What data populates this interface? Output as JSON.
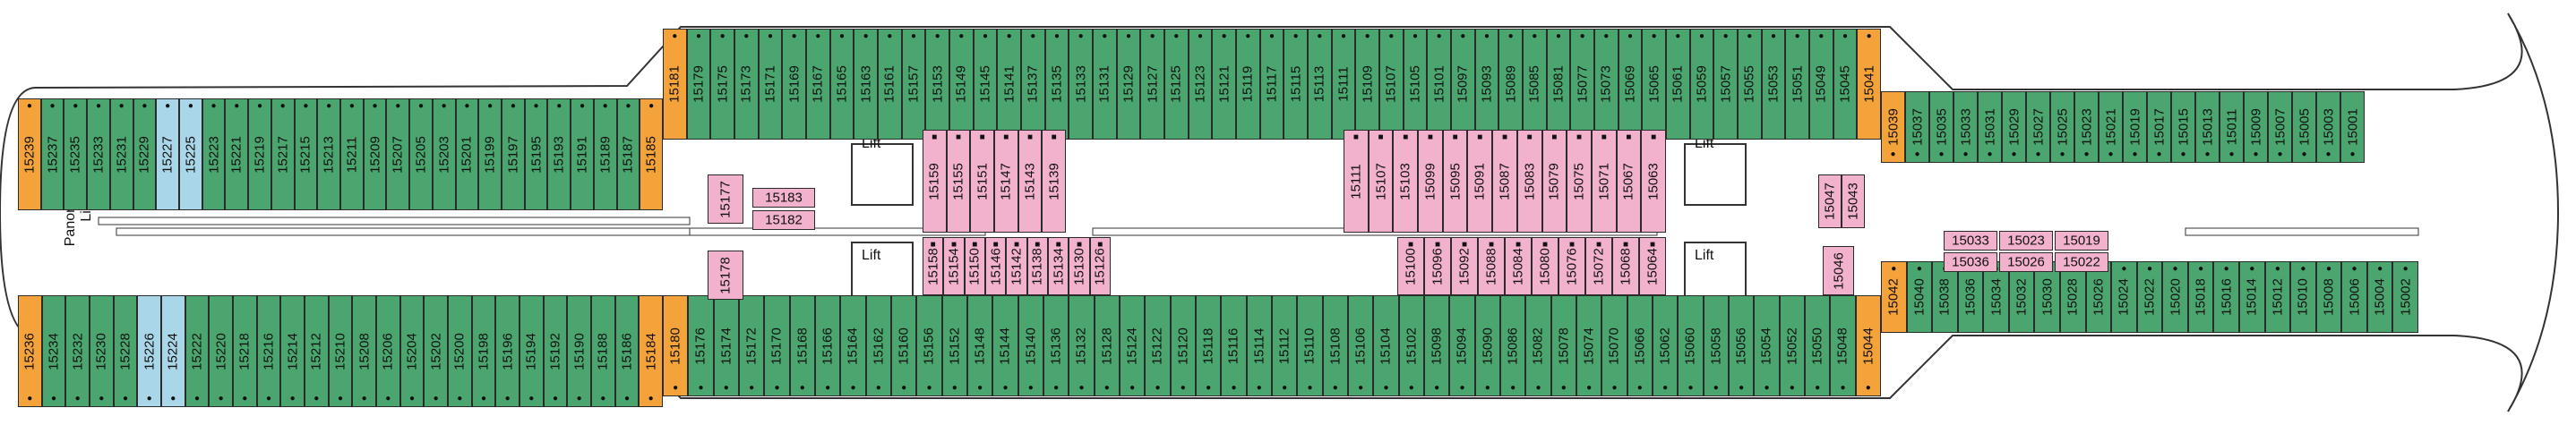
{
  "lift_label": "Lift",
  "panoramic_lift_label": "Panoramic\nLift",
  "colors": {
    "green": "#4aa56e",
    "pink": "#f2b1cc",
    "orange": "#f4a23a",
    "blue": "#a9d6e8",
    "hull_outline": "#333333",
    "hull_fill": "#ffffff"
  },
  "icons": {
    "circle": "balcony-icon",
    "square": "sofa-bed-icon",
    "triangle": "pullman-bed-icon",
    "bar": "connecting-cabin-icon",
    "A": "accessible-cabin-icon"
  },
  "cabins": {
    "upper_aft": [
      "15239",
      "15237",
      "15235",
      "15233",
      "15231",
      "15229",
      "15227",
      "15225",
      "15223",
      "15221",
      "15219",
      "15217",
      "15215",
      "15213",
      "15211",
      "15209",
      "15207",
      "15205",
      "15203",
      "15201",
      "15199",
      "15197",
      "15195",
      "15193",
      "15191",
      "15189",
      "15187",
      "15185"
    ],
    "lower_aft": [
      "15236",
      "15234",
      "15232",
      "15230",
      "15228",
      "15226",
      "15224",
      "15222",
      "15220",
      "15218",
      "15216",
      "15214",
      "15212",
      "15210",
      "15208",
      "15206",
      "15204",
      "15202",
      "15200",
      "15198",
      "15196",
      "15194",
      "15192",
      "15190",
      "15188",
      "15186",
      "15184"
    ],
    "upper_mid": [
      "15181",
      "15179",
      "15175",
      "15173",
      "15171",
      "15169",
      "15167",
      "15165",
      "15163",
      "15161",
      "15157",
      "15153",
      "15149",
      "15145",
      "15141",
      "15137",
      "15135",
      "15133",
      "15131",
      "15129",
      "15127",
      "15125",
      "15123",
      "15121",
      "15119",
      "15117",
      "15115",
      "15113",
      "15111",
      "15109",
      "15107",
      "15105",
      "15101",
      "15097",
      "15093",
      "15089",
      "15085",
      "15081",
      "15077",
      "15073",
      "15069",
      "15065",
      "15061",
      "15059",
      "15057",
      "15055",
      "15053",
      "15051",
      "15049",
      "15045",
      "15041"
    ],
    "lower_mid": [
      "15180",
      "15176",
      "15174",
      "15172",
      "15170",
      "15168",
      "15166",
      "15164",
      "15162",
      "15160",
      "15156",
      "15152",
      "15148",
      "15144",
      "15140",
      "15136",
      "15132",
      "15128",
      "15124",
      "15122",
      "15120",
      "15118",
      "15116",
      "15114",
      "15112",
      "15110",
      "15108",
      "15106",
      "15104",
      "15102",
      "15098",
      "15094",
      "15090",
      "15086",
      "15082",
      "15078",
      "15074",
      "15070",
      "15066",
      "15062",
      "15060",
      "15058",
      "15056",
      "15054",
      "15052",
      "15050",
      "15048",
      "15044"
    ],
    "upper_fwd": [
      "15039",
      "15037",
      "15035",
      "15033",
      "15031",
      "15029",
      "15027",
      "15025",
      "15023",
      "15021",
      "15019",
      "15017",
      "15015",
      "15013",
      "15011",
      "15009",
      "15007",
      "15005",
      "15003",
      "15001"
    ],
    "lower_fwd": [
      "15042",
      "15040",
      "15038",
      "15036",
      "15034",
      "15032",
      "15030",
      "15028",
      "15026",
      "15024",
      "15022",
      "15020",
      "15018",
      "15016",
      "15014",
      "15012",
      "15010",
      "15008",
      "15006",
      "15004",
      "15002"
    ],
    "inner_upper_mid": [
      "15159",
      "15155",
      "15151",
      "15147",
      "15143",
      "15139"
    ],
    "inner_upper_fwd": [
      "15111",
      "15107",
      "15103",
      "15099",
      "15095",
      "15091",
      "15087",
      "15083",
      "15079",
      "15075",
      "15071",
      "15067",
      "15063"
    ],
    "inner_lower_mid": [
      "15158",
      "15154",
      "15150",
      "15146",
      "15142",
      "15138",
      "15134",
      "15130",
      "15126"
    ],
    "inner_lower_fwd": [
      "15100",
      "15096",
      "15092",
      "15088",
      "15084",
      "15080",
      "15076",
      "15072",
      "15068",
      "15064"
    ],
    "inner_aft_upper": "15177",
    "inner_aft_lower": "15178",
    "inner_fwd_upper": [
      "15047",
      "15043"
    ],
    "inner_fwd_lower": "15046",
    "center_aft": [
      "15183",
      "15182"
    ],
    "center_fwd_top": [
      "15033",
      "15023",
      "15019"
    ],
    "center_fwd_bottom": [
      "15036",
      "15026",
      "15022"
    ]
  }
}
